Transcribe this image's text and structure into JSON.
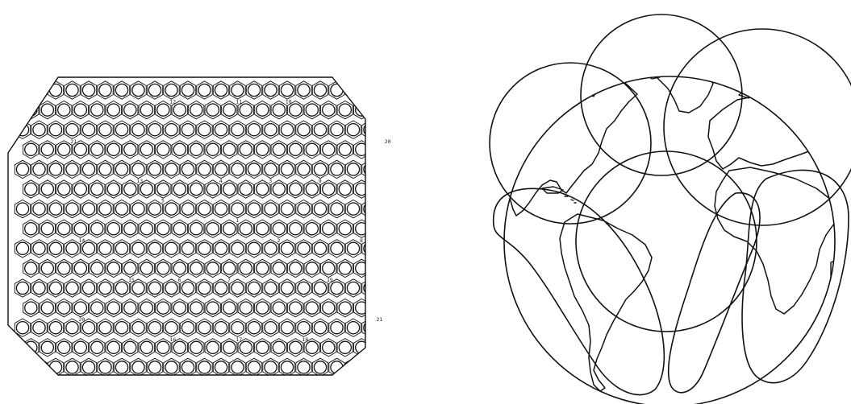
{
  "left_panel": {
    "cell_labels": [
      {
        "id": "1",
        "col": 12,
        "row": 7
      },
      {
        "id": "2",
        "col": 15,
        "row": 8
      },
      {
        "id": "3",
        "col": 14,
        "row": 5
      },
      {
        "id": "4",
        "col": 11,
        "row": 5
      },
      {
        "id": "5",
        "col": 8,
        "row": 6
      },
      {
        "id": "6",
        "col": 9,
        "row": 10
      },
      {
        "id": "7",
        "col": 12,
        "row": 10
      },
      {
        "id": "8",
        "col": 20,
        "row": 8
      },
      {
        "id": "9",
        "col": 17,
        "row": 5
      },
      {
        "id": "10",
        "col": 15,
        "row": 1
      },
      {
        "id": "11",
        "col": 12,
        "row": 1
      },
      {
        "id": "12",
        "col": 8,
        "row": 1
      },
      {
        "id": "13",
        "col": 6,
        "row": 5
      },
      {
        "id": "14",
        "col": 3,
        "row": 8
      },
      {
        "id": "15",
        "col": 6,
        "row": 10
      },
      {
        "id": "16",
        "col": 8,
        "row": 13
      },
      {
        "id": "17",
        "col": 12,
        "row": 13
      },
      {
        "id": "18",
        "col": 16,
        "row": 13
      },
      {
        "id": "19",
        "col": 18,
        "row": 10
      },
      {
        "id": "20",
        "col": 21,
        "row": 3
      },
      {
        "id": "20",
        "col": 3,
        "row": 12
      },
      {
        "id": "21",
        "col": 2,
        "row": 3
      },
      {
        "id": "21",
        "col": 21,
        "row": 12
      }
    ]
  }
}
